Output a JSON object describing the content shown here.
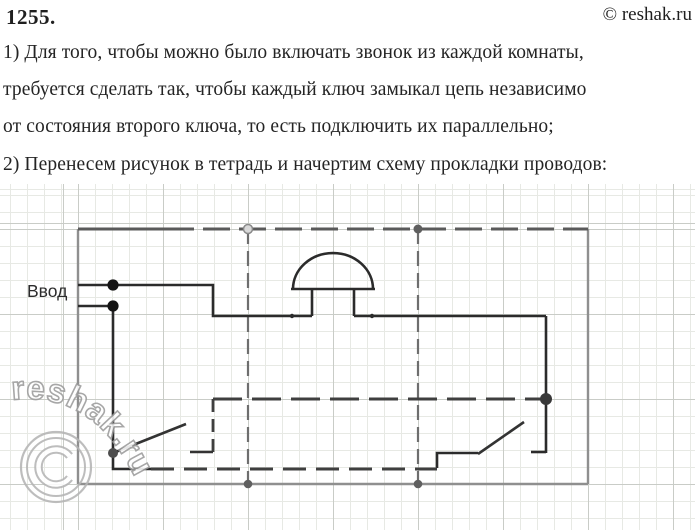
{
  "header": {
    "problem_number": "1255.",
    "copyright": "© reshak.ru"
  },
  "solution": {
    "lines": [
      "1) Для того, чтобы можно было включать звонок из каждой комнаты,",
      "требуется сделать так, чтобы каждый ключ замыкал цепь независимо",
      "от состояния второго ключа, то есть подключить их параллельно;",
      "2) Перенесем рисунок в тетрадь и начертим схему прокладки проводов:"
    ]
  },
  "diagram": {
    "entry_label": "Ввод",
    "icons": {
      "bell": "dome-semicircle-on-base",
      "switch": "diagonal-open-blade",
      "junction": "filled-dot",
      "hidden_wire": "dashed-line"
    },
    "colors": {
      "wire": "#2b2b2b",
      "hidden_wire": "#3f3f3f",
      "wall": "#8f8f8f",
      "grid_minor": "#e7e9e4",
      "grid_major": "#c9ccc7",
      "text": "#242424"
    }
  },
  "watermark": {
    "text": "reshak.ru",
    "copyright_symbol": "C"
  }
}
